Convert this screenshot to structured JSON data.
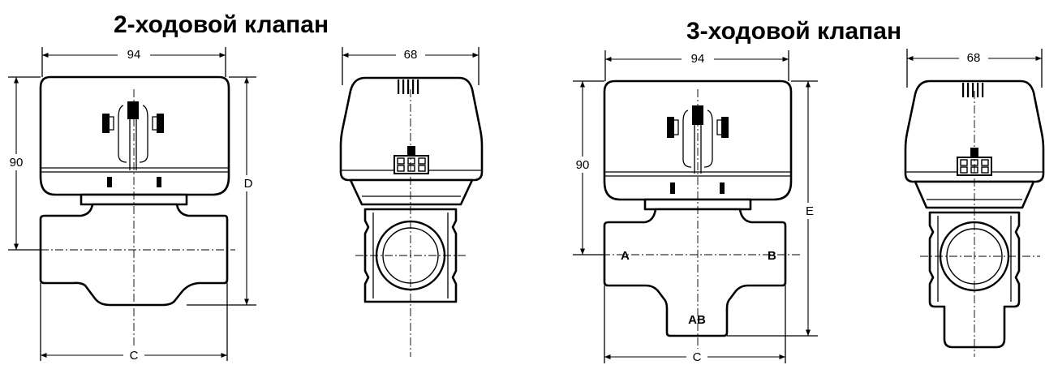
{
  "two_way": {
    "title": "2-ходовой клапан",
    "dims": {
      "width_front": "94",
      "width_side": "68",
      "height": "90",
      "total_height": "D",
      "body_length": "C"
    }
  },
  "three_way": {
    "title": "3-ходовой клапан",
    "dims": {
      "width_front": "94",
      "width_side": "68",
      "height": "90",
      "total_height": "E",
      "body_length": "C"
    },
    "ports": {
      "a": "A",
      "b": "B",
      "ab": "AB"
    }
  },
  "colors": {
    "ink": "#000000",
    "background": "#ffffff"
  }
}
